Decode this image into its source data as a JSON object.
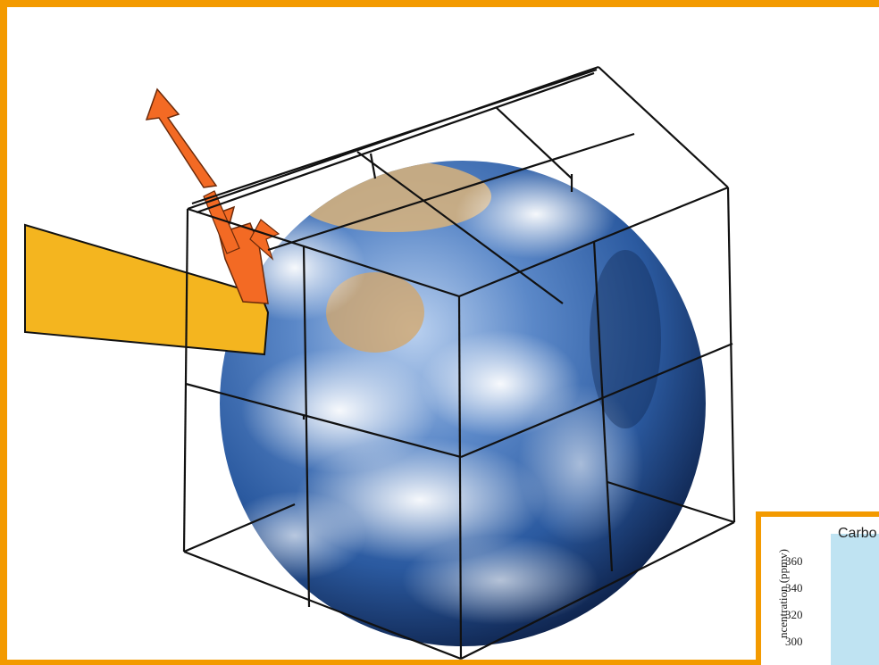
{
  "inset": {
    "title": "Carbo",
    "ylabel": "ncentration (ppmv)",
    "ticks": [
      "360",
      "340",
      "320",
      "300"
    ]
  },
  "colors": {
    "frame": "#f39a00",
    "sunlight": "#f4b51f",
    "reflected": "#f36a24",
    "globe_blue": "#3567b0",
    "inset_plot": "#bfe3f2"
  }
}
